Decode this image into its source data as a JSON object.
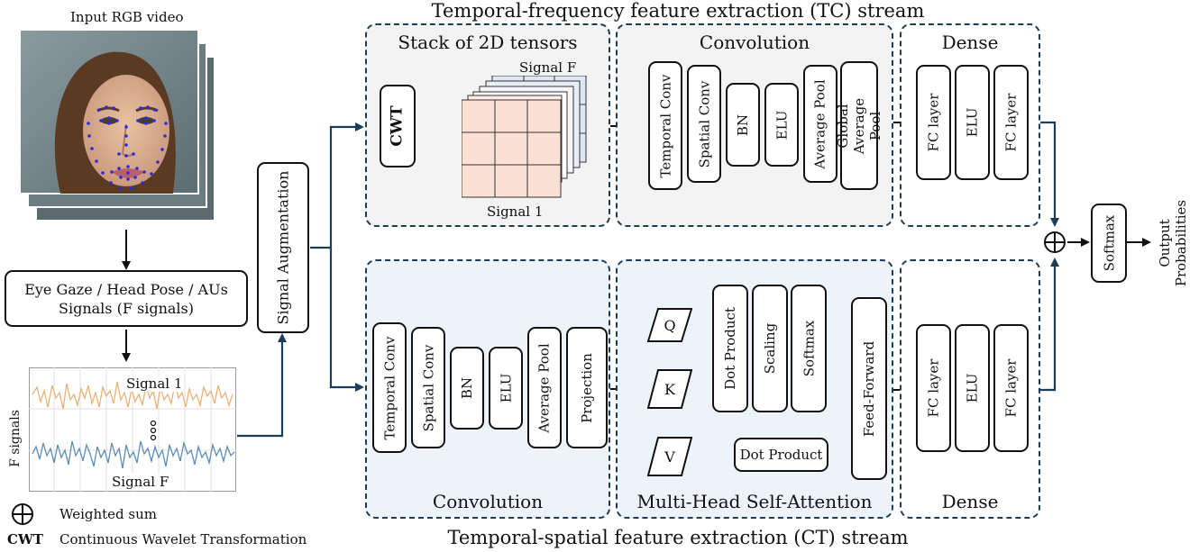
{
  "input": {
    "video_label": "Input RGB video",
    "signals_box_line1": "Eye Gaze / Head Pose / AUs",
    "signals_box_line2": "Signals (F signals)",
    "plot_signal_1": "Signal 1",
    "plot_signal_f": "Signal F",
    "plot_ylabel": "F signals"
  },
  "augmentation_label": "Signal Augmentation",
  "tc_stream": {
    "title": "Temporal-frequency feature extraction (TC) stream",
    "stack_panel_title": "Stack of 2D tensors",
    "cwt_label": "CWT",
    "tensor_top_label": "Signal F",
    "tensor_bottom_label": "Signal 1",
    "conv_panel_title": "Convolution",
    "conv_layers": [
      "Temporal Conv",
      "Spatial Conv",
      "BN",
      "ELU",
      "Average Pool",
      "Global Average Pool"
    ],
    "dense_panel_title": "Dense",
    "dense_layers": [
      "FC layer",
      "ELU",
      "FC layer"
    ]
  },
  "ct_stream": {
    "title": "Temporal-spatial feature extraction (CT) stream",
    "conv_panel_title": "Convolution",
    "conv_layers": [
      "Temporal Conv",
      "Spatial Conv",
      "BN",
      "ELU",
      "Average Pool",
      "Projection"
    ],
    "attention_panel_title": "Multi-Head Self-Attention",
    "q_label": "Q",
    "k_label": "K",
    "v_label": "V",
    "dot_product_label": "Dot Product",
    "scaling_label": "Scaling",
    "softmax_label": "Softmax",
    "dot_product_2_label": "Dot Product",
    "feed_forward_label": "Feed-Forward",
    "dense_panel_title": "Dense",
    "dense_layers": [
      "FC layer",
      "ELU",
      "FC layer"
    ]
  },
  "output": {
    "softmax_label": "Softmax",
    "output_label_line1": "Output",
    "output_label_line2": "Probabilities"
  },
  "legend": {
    "weighted_sum_text": "Weighted sum",
    "cwt_symbol": "CWT",
    "cwt_text": "Continuous Wavelet Transformation"
  },
  "colors": {
    "panel_border": "#1d3c55",
    "tc_panel_bg": "#f3f3f3",
    "ct_panel_bg": "#eef3f9",
    "tensor_front": "#fbe1d4",
    "tensor_back": "#dde8f4",
    "signal_1_line": "#e8b378",
    "signal_f_line": "#5b8db5",
    "landmark_dot": "#2a2ae0"
  }
}
